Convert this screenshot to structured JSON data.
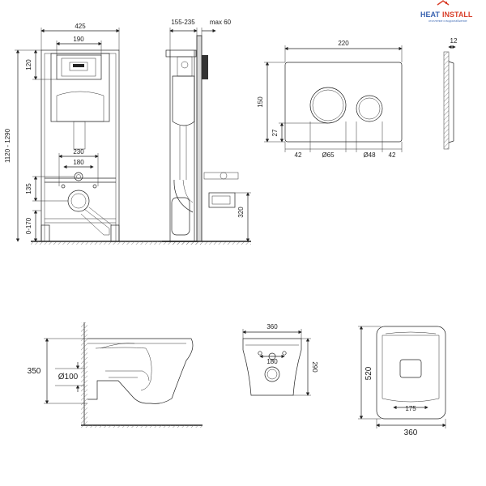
{
  "logo": {
    "name": "HEAT INSTALL",
    "tagline": "отопление и водоснабжение",
    "colors": {
      "primary": "#3a63b0",
      "accent": "#d9402b"
    }
  },
  "frame_front": {
    "width_total": "425",
    "width_top": "190",
    "height_top": "120",
    "height_range": "1120 - 1290",
    "width_mid": "230",
    "width_inner": "180",
    "height_mid": "135",
    "height_low": "0-170"
  },
  "frame_side": {
    "depth_range": "155-235",
    "max_depth": "max 60",
    "height_outlet": "320"
  },
  "flush_plate": {
    "width": "220",
    "height": "150",
    "offset_y": "27",
    "margin_left": "42",
    "big_button": "Ø65",
    "small_button": "Ø48",
    "margin_right": "42",
    "thickness": "12"
  },
  "bowl_side": {
    "height": "350",
    "outlet_diameter": "Ø100"
  },
  "bowl_back": {
    "width": "360",
    "inner_width": "180",
    "height": "290"
  },
  "bowl_top": {
    "length": "520",
    "width": "360",
    "inner_width": "175"
  }
}
